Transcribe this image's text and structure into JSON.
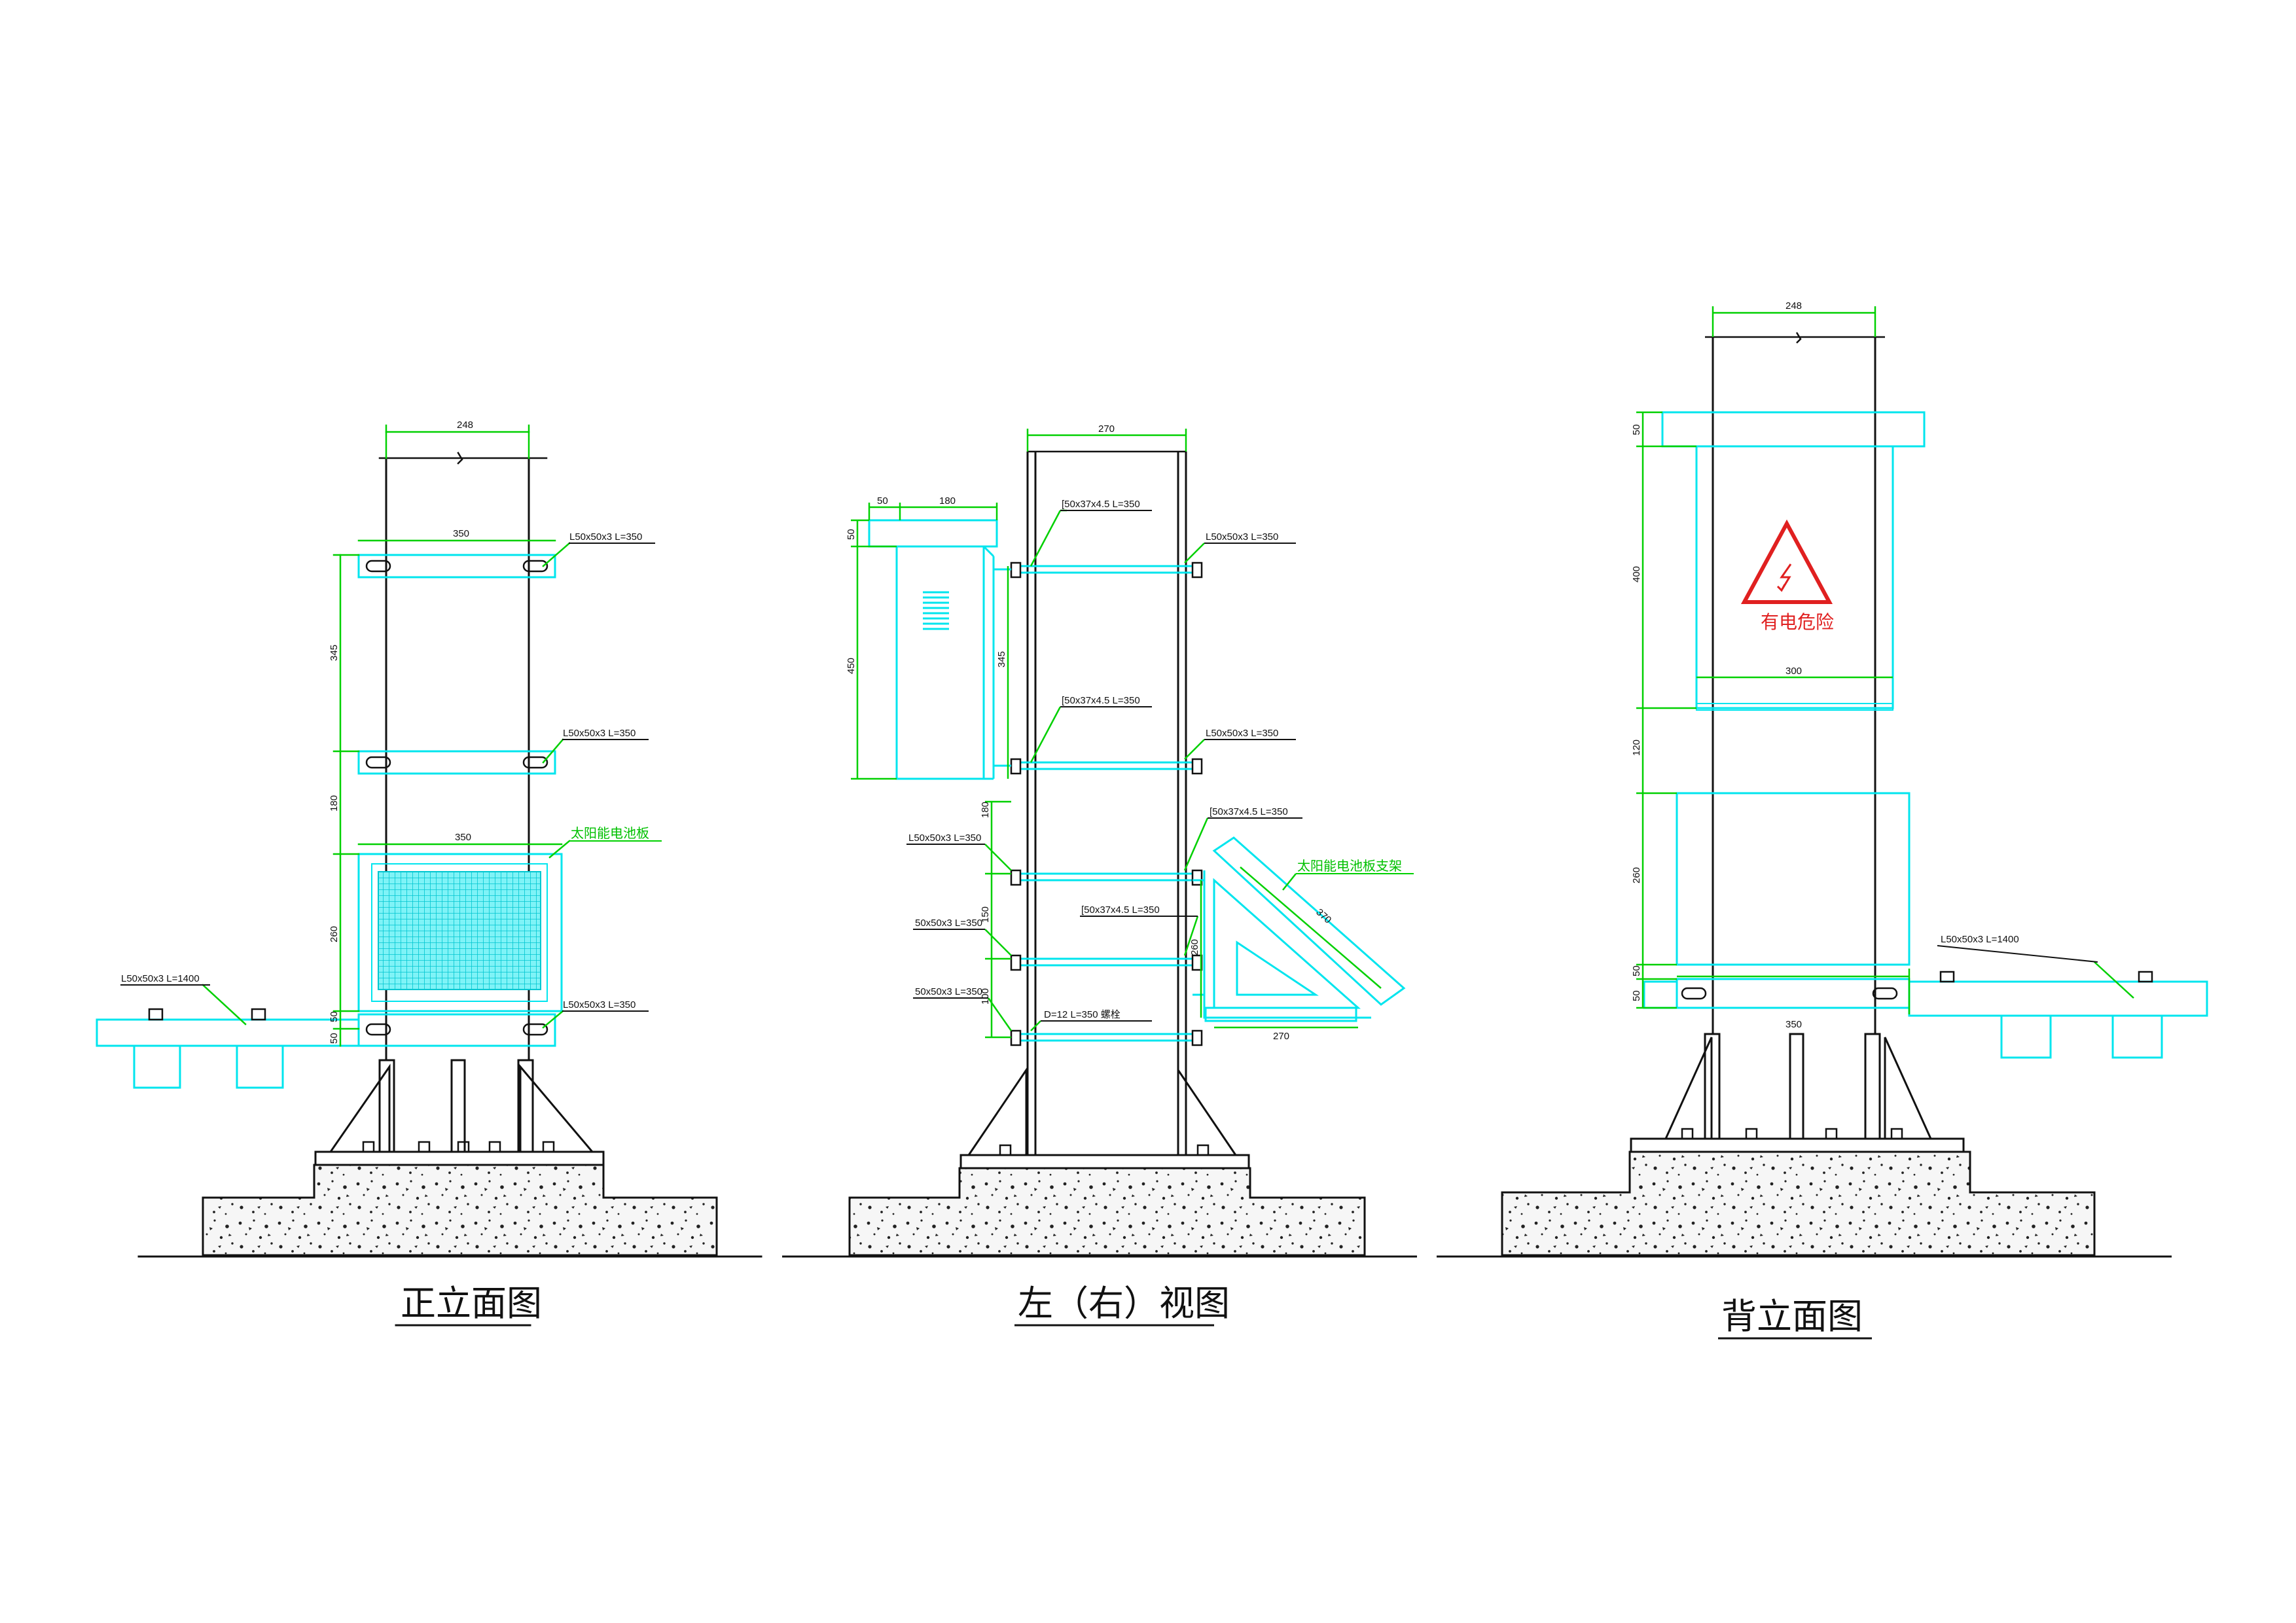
{
  "front_view": {
    "title": "正立面图",
    "dim_top": "248",
    "dim_bracket": "350",
    "dim_panel": "350",
    "dim_v1": "345",
    "dim_v2": "180",
    "dim_v3": "260",
    "dim_v4": "50",
    "dim_v5": "50",
    "label_angle_top": "L50x50x3 L=350",
    "label_angle_mid": "L50x50x3 L=350",
    "label_solar": "太阳能电池板",
    "label_angle_bottom": "L50x50x3 L=350",
    "label_arm": "L50x50x3 L=1400"
  },
  "side_view": {
    "title": "左（右）视图",
    "dim_top": "270",
    "dim_box_top_a": "50",
    "dim_box_top_b": "180",
    "dim_box_v1": "50",
    "dim_box_v2": "450",
    "dim_box_v3": "345",
    "dim_v_a": "180",
    "dim_v_b": "150",
    "dim_v_c": "100",
    "dim_bracket_v": "260",
    "dim_bracket_h": "270",
    "dim_bracket_diag": "370",
    "label_ch_1": "[50x37x4.5 L=350",
    "label_ch_2": "[50x37x4.5 L=350",
    "label_ch_3": "[50x37x4.5 L=350",
    "label_ch_4": "[50x37x4.5 L=350",
    "label_ang_r1": "L50x50x3 L=350",
    "label_ang_r2": "L50x50x3 L=350",
    "label_ang_l1": "L50x50x3 L=350",
    "label_ang_l2": "50x50x3 L=350",
    "label_ang_l3": "50x50x3 L=350",
    "label_bolt": "D=12 L=350 螺栓",
    "label_bracket": "太阳能电池板支架"
  },
  "back_view": {
    "title": "背立面图",
    "dim_top": "248",
    "dim_v1": "50",
    "dim_v2": "400",
    "dim_v3": "120",
    "dim_v4": "260",
    "dim_v5": "50",
    "dim_v6": "50",
    "dim_box_w": "300",
    "dim_bottom": "350",
    "warning_text": "有电危险",
    "label_arm": "L50x50x3 L=1400"
  },
  "colors": {
    "cyan": "#00e5ee",
    "green": "#00d000",
    "black": "#111111",
    "red": "#e02020",
    "concrete": "#f4f4f4"
  }
}
